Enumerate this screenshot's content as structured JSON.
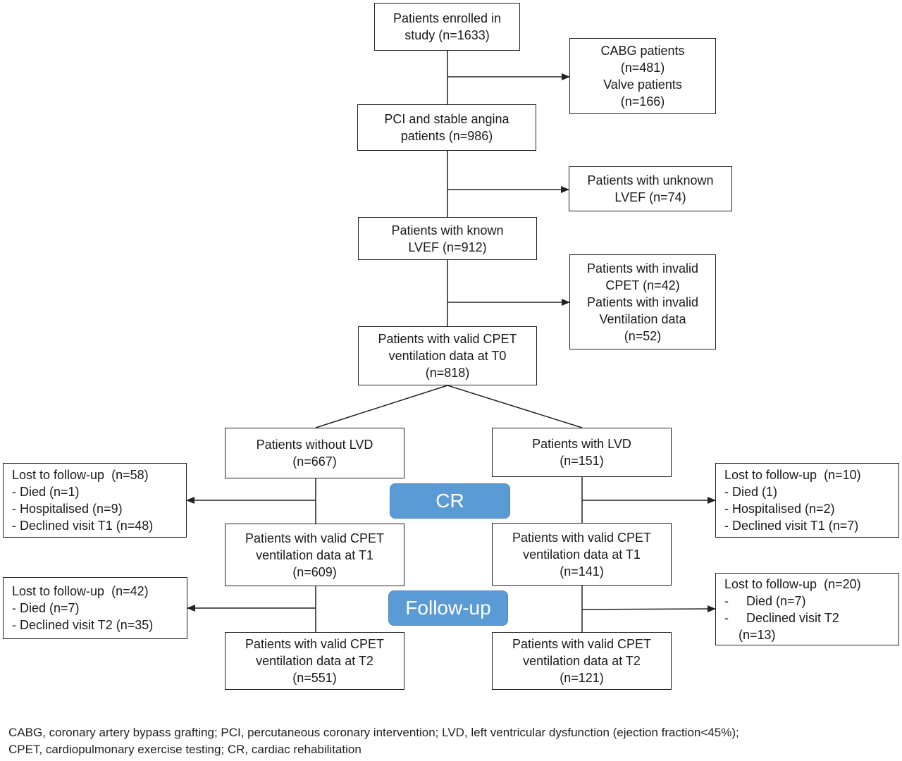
{
  "boxes": {
    "enrolled": [
      "Patients enrolled in",
      "study (n=1633)"
    ],
    "excluded_cabg_valve": [
      "CABG patients",
      "(n=481)",
      "Valve patients",
      "(n=166)"
    ],
    "pci_stable": [
      "PCI and stable angina",
      "patients (n=986)"
    ],
    "unknown_lvef": [
      "Patients with unknown",
      "LVEF (n=74)"
    ],
    "known_lvef": [
      "Patients with known",
      "LVEF (n=912)"
    ],
    "invalid": [
      "Patients with invalid",
      "CPET (n=42)",
      "Patients with invalid",
      "Ventilation data",
      "(n=52)"
    ],
    "valid_t0": [
      "Patients with valid CPET",
      "ventilation data at T0",
      "(n=818)"
    ],
    "without_lvd": [
      "Patients without LVD",
      "(n=667)"
    ],
    "with_lvd": [
      "Patients with LVD",
      "(n=151)"
    ],
    "lost_left_t1": [
      "Lost to follow-up  (n=58)",
      "- Died (n=1)",
      "- Hospitalised (n=9)",
      "- Declined visit T1 (n=48)"
    ],
    "lost_right_t1": [
      "Lost to follow-up  (n=10)",
      "- Died (1)",
      "- Hospitalised (n=2)",
      "- Declined visit T1 (n=7)"
    ],
    "valid_t1_left": [
      "Patients with valid CPET",
      "ventilation data at T1",
      "(n=609)"
    ],
    "valid_t1_right": [
      "Patients with valid CPET",
      "ventilation data at T1",
      "(n=141)"
    ],
    "lost_left_t2": [
      "Lost to follow-up  (n=42)",
      "- Died (n=7)",
      "- Declined visit T2 (n=35)"
    ],
    "lost_right_t2": [
      "Lost to follow-up  (n=20)",
      "-     Died (n=7)",
      "-     Declined visit T2",
      "(n=13)"
    ],
    "valid_t2_left": [
      "Patients with valid CPET",
      "ventilation data at T2",
      "(n=551)"
    ],
    "valid_t2_right": [
      "Patients with valid CPET",
      "ventilation data at T2",
      "(n=121)"
    ]
  },
  "phases": {
    "cr": "CR",
    "follow_up": "Follow-up"
  },
  "footnote": [
    "CABG, coronary artery bypass grafting; PCI, percutaneous coronary intervention; LVD, left ventricular dysfunction (ejection fraction<45%);",
    "CPET, cardiopulmonary exercise testing; CR, cardiac rehabilitation"
  ],
  "colors": {
    "phase_fill": "#5b9bd5",
    "line": "#222222"
  }
}
